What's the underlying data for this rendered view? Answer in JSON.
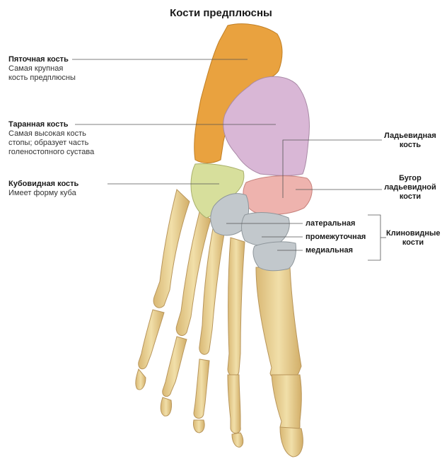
{
  "title": "Кости предплюсны",
  "labels": {
    "calcaneus": {
      "name": "Пяточная кость",
      "desc1": "Самая крупная",
      "desc2": "кость предплюсны"
    },
    "talus": {
      "name": "Таранная кость",
      "desc1": "Самая высокая кость",
      "desc2": "стопы; образует часть",
      "desc3": "голеностопного сустава"
    },
    "cuboid": {
      "name": "Кубовидная кость",
      "desc1": "Имеет форму куба"
    },
    "navicular": {
      "line1": "Ладьевидная",
      "line2": "кость"
    },
    "tuberosity": {
      "line1": "Бугор",
      "line2": "ладьевидной",
      "line3": "кости"
    },
    "cuneiform_lateral": "латеральная",
    "cuneiform_intermediate": "промежуточная",
    "cuneiform_medial": "медиальная",
    "cuneiform_group": {
      "line1": "Клиновидные",
      "line2": "кости"
    }
  },
  "colors": {
    "calcaneus": "#e9a23f",
    "talus": "#d9b7d6",
    "navicular_tuberosity": "#eeb3ae",
    "cuboid": "#d7df9c",
    "cuneiforms": "#c2c8cc",
    "bone": "#e9cf92",
    "bone_edge": "#b8955a",
    "leader": "#555555"
  }
}
